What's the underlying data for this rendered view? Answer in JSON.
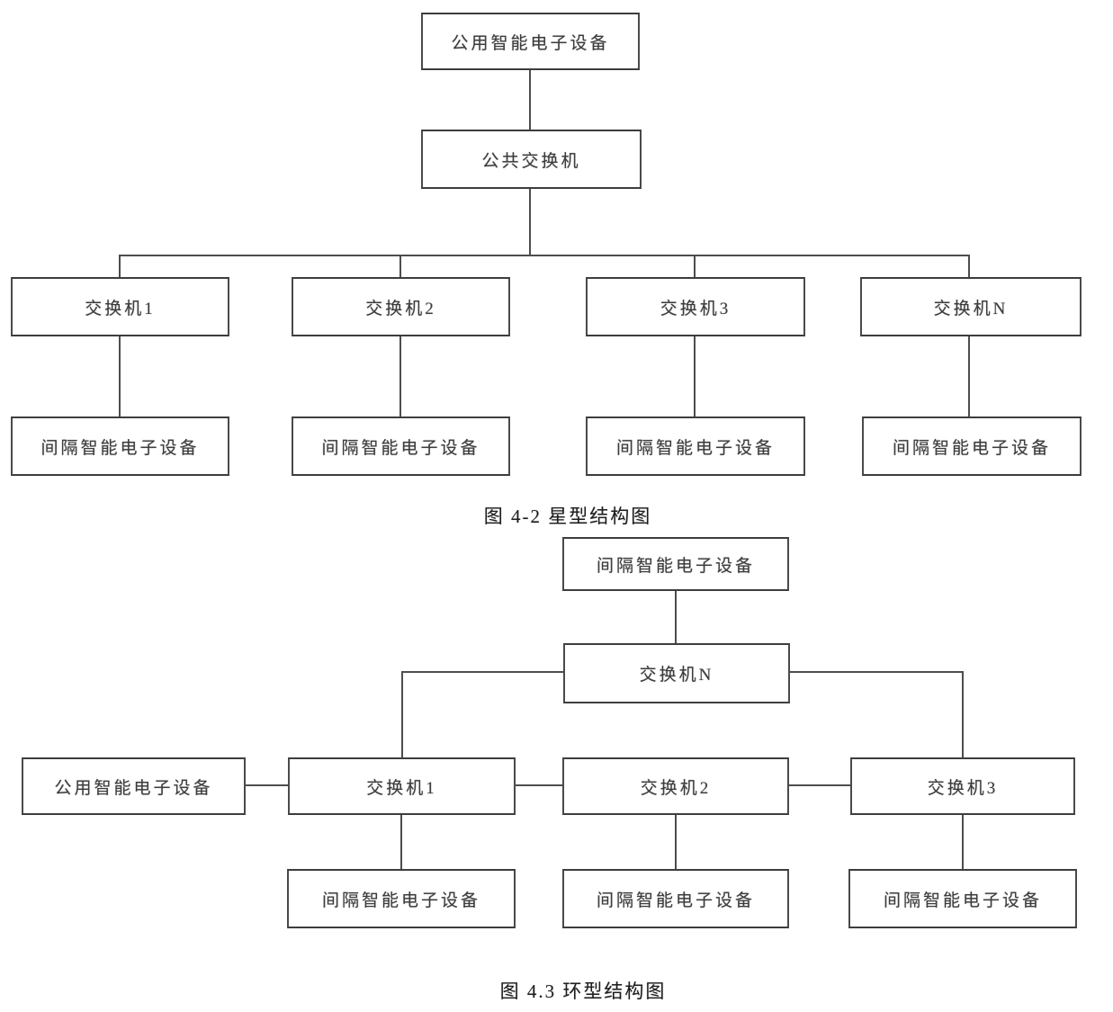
{
  "star_diagram": {
    "root": "公用智能电子设备",
    "hub": "公共交换机",
    "switches": [
      "交换机1",
      "交换机2",
      "交换机3",
      "交换机N"
    ],
    "bay_devices": [
      "间隔智能电子设备",
      "间隔智能电子设备",
      "间隔智能电子设备",
      "间隔智能电子设备"
    ],
    "caption": "图 4-2 星型结构图"
  },
  "ring_diagram": {
    "top_bay_device": "间隔智能电子设备",
    "switch_n": "交换机N",
    "public_device": "公用智能电子设备",
    "switches": [
      "交换机1",
      "交换机2",
      "交换机3"
    ],
    "bay_devices": [
      "间隔智能电子设备",
      "间隔智能电子设备",
      "间隔智能电子设备"
    ],
    "caption": "图 4.3 环型结构图"
  },
  "colors": {
    "box_border": "#4a4a4a",
    "connector_line": "#4d4d4d",
    "text": "#3c3c3c",
    "background": "#ffffff"
  }
}
